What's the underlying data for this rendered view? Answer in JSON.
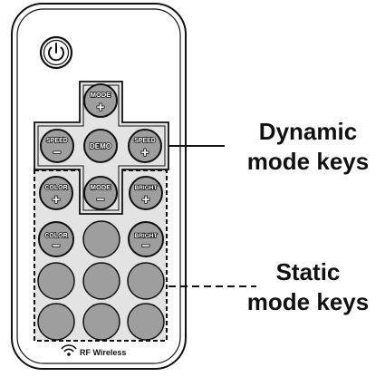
{
  "remote": {
    "power_icon": "power-icon",
    "keys": {
      "mode_plus": {
        "label": "MODE",
        "sign": "+"
      },
      "mode_minus": {
        "label": "MODE",
        "sign": "−"
      },
      "speed_minus": {
        "label": "SPEED",
        "sign": "−"
      },
      "speed_plus": {
        "label": "SPEED",
        "sign": "+"
      },
      "demo": {
        "label": "DEMO"
      },
      "color_plus": {
        "label": "COLOR",
        "sign": "+"
      },
      "color_minus": {
        "label": "COLOR",
        "sign": "−"
      },
      "bright_plus": {
        "label": "BRIGHT",
        "sign": "+"
      },
      "bright_minus": {
        "label": "BRIGHT",
        "sign": "−"
      }
    },
    "blank_key_count": 7,
    "footer_icon": "wifi-icon",
    "footer_text": "RF Wireless"
  },
  "callouts": {
    "dynamic": {
      "line1": "Dynamic",
      "line2": "mode keys"
    },
    "static": {
      "line1": "Static",
      "line2": "mode keys"
    }
  },
  "colors": {
    "key_fill": "#9e9e9e",
    "group_fill": "#e3e3e3",
    "outline": "#111111"
  }
}
